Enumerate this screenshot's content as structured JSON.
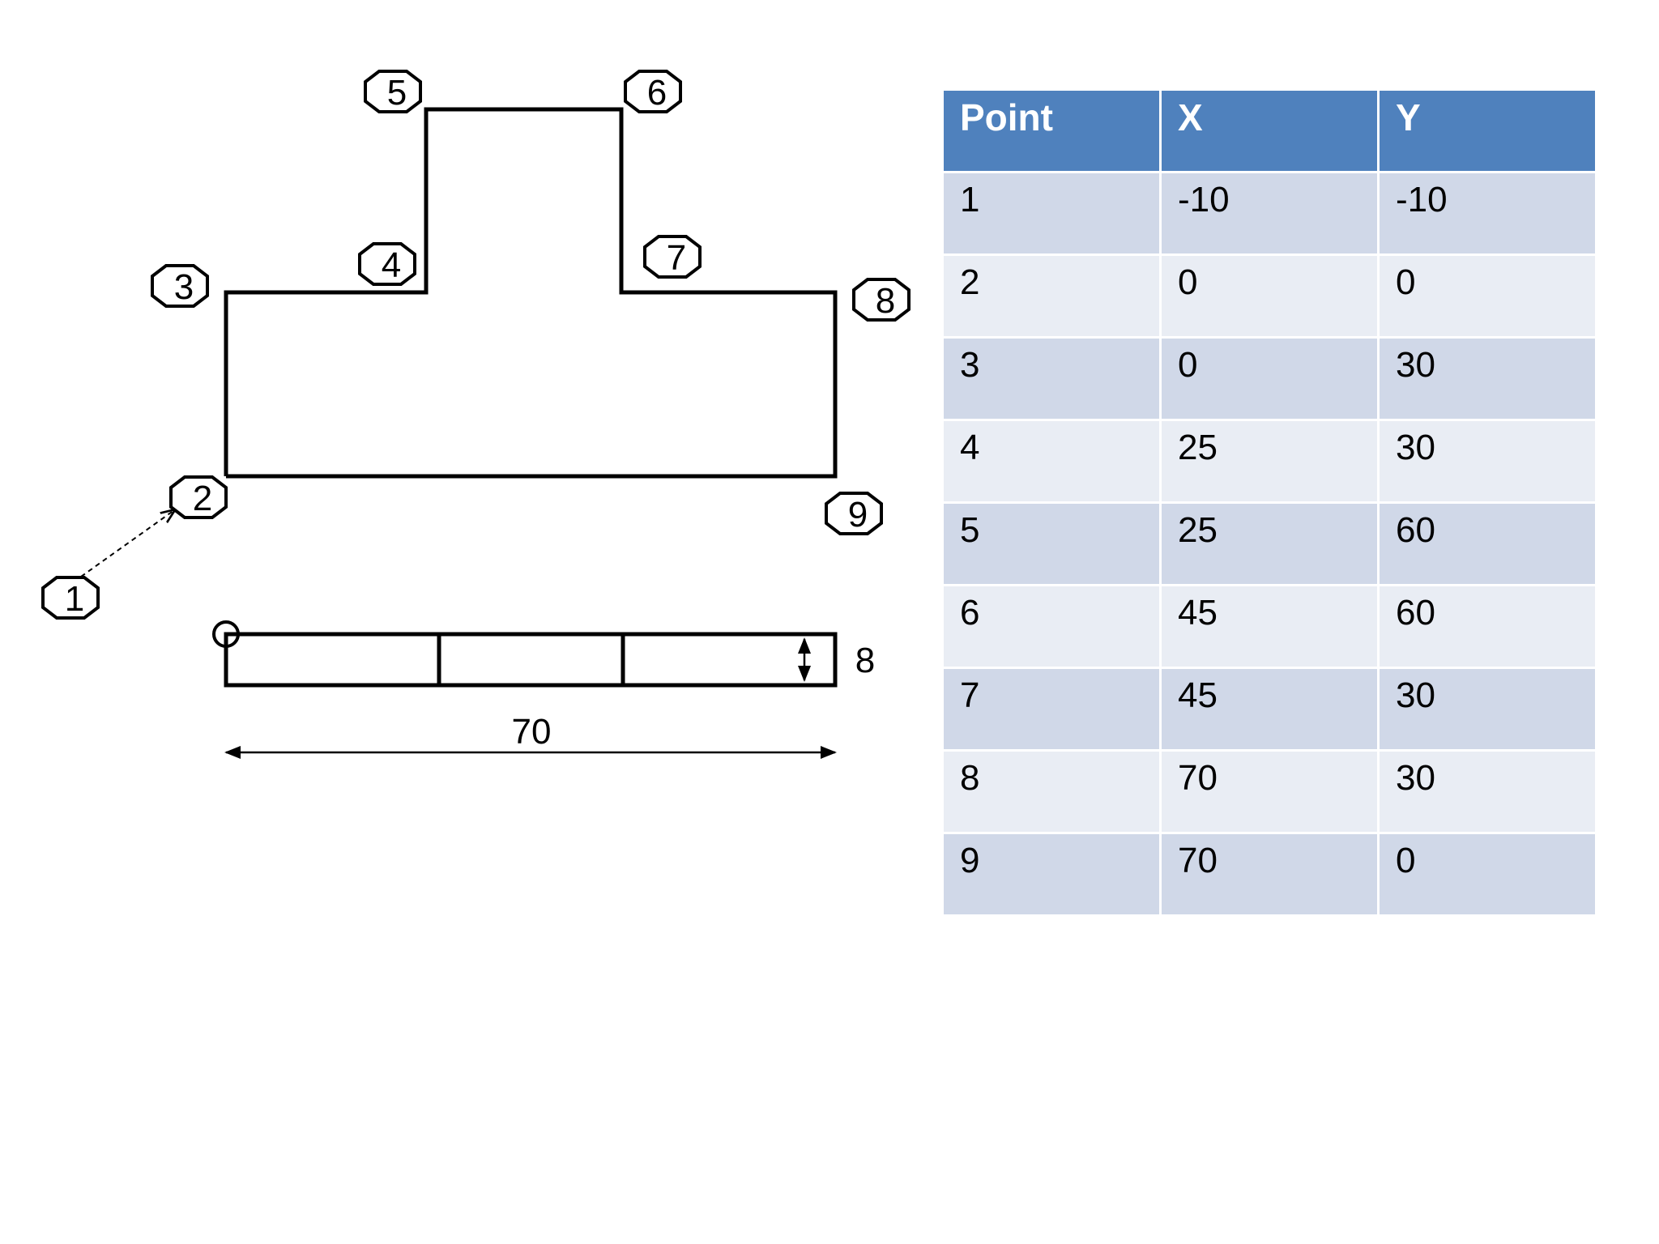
{
  "table": {
    "headers": [
      "Point",
      "X",
      "Y"
    ],
    "rows": [
      [
        "1",
        "-10",
        "-10"
      ],
      [
        "2",
        "0",
        "0"
      ],
      [
        "3",
        "0",
        "30"
      ],
      [
        "4",
        "25",
        "30"
      ],
      [
        "5",
        "25",
        "60"
      ],
      [
        "6",
        "45",
        "60"
      ],
      [
        "7",
        "45",
        "30"
      ],
      [
        "8",
        "70",
        "30"
      ],
      [
        "9",
        "70",
        "0"
      ]
    ],
    "colors": {
      "header_bg": "#4f81bd",
      "row_bg_odd": "#d0d8e8",
      "row_bg_even": "#e9edf4"
    }
  },
  "diagram": {
    "point_markers": [
      "1",
      "2",
      "3",
      "4",
      "5",
      "6",
      "7",
      "8",
      "9"
    ],
    "dimensions": {
      "width_label": "70",
      "thickness_label": "8"
    }
  }
}
